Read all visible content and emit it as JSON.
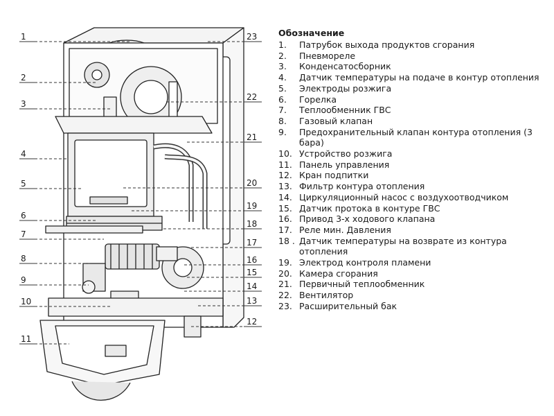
{
  "legend_title": "Обозначение",
  "legend_items": [
    {
      "num": "1.",
      "text": "Патрубок выхода продуктов сгорания"
    },
    {
      "num": "2.",
      "text": "Пневмореле"
    },
    {
      "num": "3.",
      "text": "Конденсатосборник"
    },
    {
      "num": "4.",
      "text": "Датчик температуры на подаче в контур отопления"
    },
    {
      "num": "5.",
      "text": "Электроды розжига"
    },
    {
      "num": "6.",
      "text": "Горелка"
    },
    {
      "num": "7.",
      "text": "Теплообменник ГВС"
    },
    {
      "num": "8.",
      "text": "Газовый клапан"
    },
    {
      "num": "9.",
      "text": "Предохранительный клапан контура отопления (3 бара)"
    },
    {
      "num": "10.",
      "text": "Устройство розжига"
    },
    {
      "num": "11.",
      "text": "Панель управления"
    },
    {
      "num": "12.",
      "text": "Кран подпитки"
    },
    {
      "num": "13.",
      "text": "Фильтр контура отопления"
    },
    {
      "num": "14.",
      "text": "Циркуляционный насос с воздухоотводчиком"
    },
    {
      "num": "15.",
      "text": "Датчик протока в контуре  ГВС"
    },
    {
      "num": "16.",
      "text": "Привод 3-х ходового клапана"
    },
    {
      "num": "17.",
      "text": "Реле мин. Давления"
    },
    {
      "num": "18 .",
      "text": "Датчик температуры на возврате из контура отопления"
    },
    {
      "num": "19.",
      "text": "Электрод контроля пламени"
    },
    {
      "num": "20.",
      "text": "Камера сгорания"
    },
    {
      "num": "21.",
      "text": "Первичный теплообменник"
    },
    {
      "num": "22.",
      "text": "Вентилятор"
    },
    {
      "num": "23.",
      "text": "Расширительный бак"
    }
  ],
  "callouts_left": [
    "1",
    "2",
    "3",
    "4",
    "5",
    "6",
    "7",
    "8",
    "9",
    "10",
    "11"
  ],
  "callouts_right": [
    "23",
    "22",
    "21",
    "20",
    "19",
    "18",
    "17",
    "16",
    "15",
    "14",
    "13",
    "12"
  ]
}
